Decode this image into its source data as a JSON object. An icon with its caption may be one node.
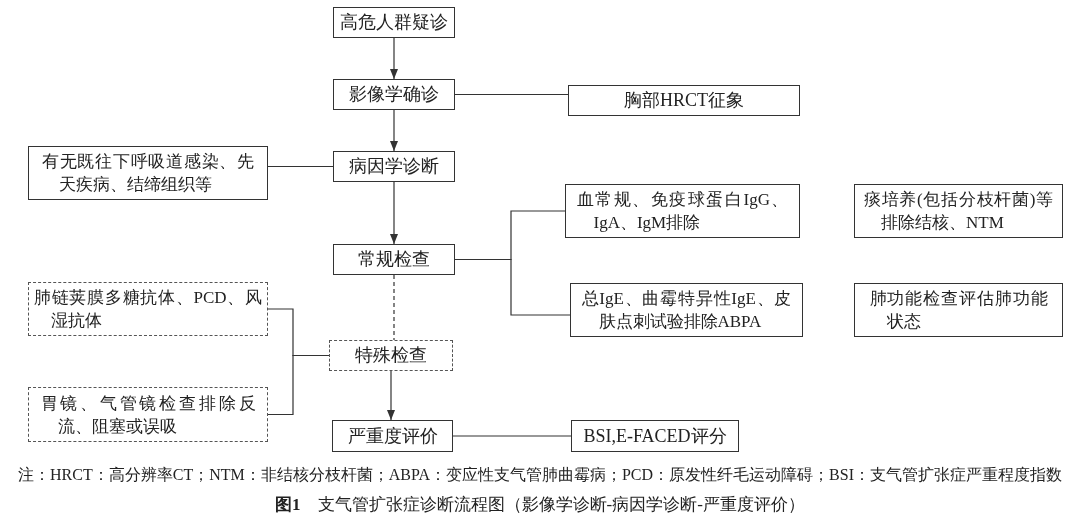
{
  "diagram": {
    "caption": "**图1**　支气管扩张症诊断流程图（影像学诊断-病因学诊断-严重度评价）",
    "nodes": [
      {
        "text": [
          "高危人群疑诊"
        ]
      },
      {
        "text": [
          "影像学确诊"
        ]
      },
      {
        "text": [
          "胸部HRCT征象"
        ]
      },
      {
        "text": [
          "有无既往下呼吸道感染、先天疾病、结缔组织等"
        ]
      },
      {
        "text": [
          "病因学诊断"
        ]
      },
      {
        "text": [
          "血常规、免疫球蛋白IgG、IgA、IgM排除"
        ]
      },
      {
        "text": [
          "痰培养(包括分枝杆菌)等排除结核、NTM"
        ]
      },
      {
        "text": [
          "常规检查"
        ]
      },
      {
        "text": [
          "肺链荚膜多糖抗体、PCD、风湿抗体"
        ]
      },
      {
        "text": [
          "总IgE、曲霉特异性IgE、皮肤点刺试验排除ABPA"
        ]
      },
      {
        "text": [
          "肺功能检查评估肺功能状态"
        ]
      },
      {
        "text": [
          "特殊检查"
        ]
      },
      {
        "text": [
          "胃镜、气管镜检查排除反流、阻塞或误吸"
        ]
      },
      {
        "text": [
          "严重度评价"
        ]
      },
      {
        "text": [
          "BSI,E-FACED评分"
        ]
      }
    ],
    "edges": [
      {
        "from": 0,
        "to": 1,
        "arrow": "to"
      },
      {
        "from": 1,
        "to": 2,
        "arrow": "none"
      },
      {
        "from": 1,
        "to": 4,
        "arrow": "to"
      },
      {
        "from": 4,
        "to": 3,
        "arrow": "none"
      },
      {
        "from": 4,
        "to": 7,
        "arrow": "to"
      },
      {
        "from": 7,
        "to": 5,
        "arrow": "none"
      },
      {
        "from": 7,
        "to": 9,
        "arrow": "none"
      },
      {
        "from": 7,
        "to": 11,
        "arrow": "none",
        "style": "dashed"
      },
      {
        "from": 11,
        "to": 8,
        "arrow": "none"
      },
      {
        "from": 11,
        "to": 12,
        "arrow": "none"
      },
      {
        "from": 11,
        "to": 13,
        "arrow": "to"
      },
      {
        "from": 13,
        "to": 14,
        "arrow": "none"
      }
    ],
    "labels": [
      "注：HRCT：高分辨率CT；NTM：非结核分枝杆菌；ABPA：变应性支气管肺曲霉病；PCD：原发性纤毛运动障碍；BSI：支气管扩张症严重程度指数"
    ]
  }
}
